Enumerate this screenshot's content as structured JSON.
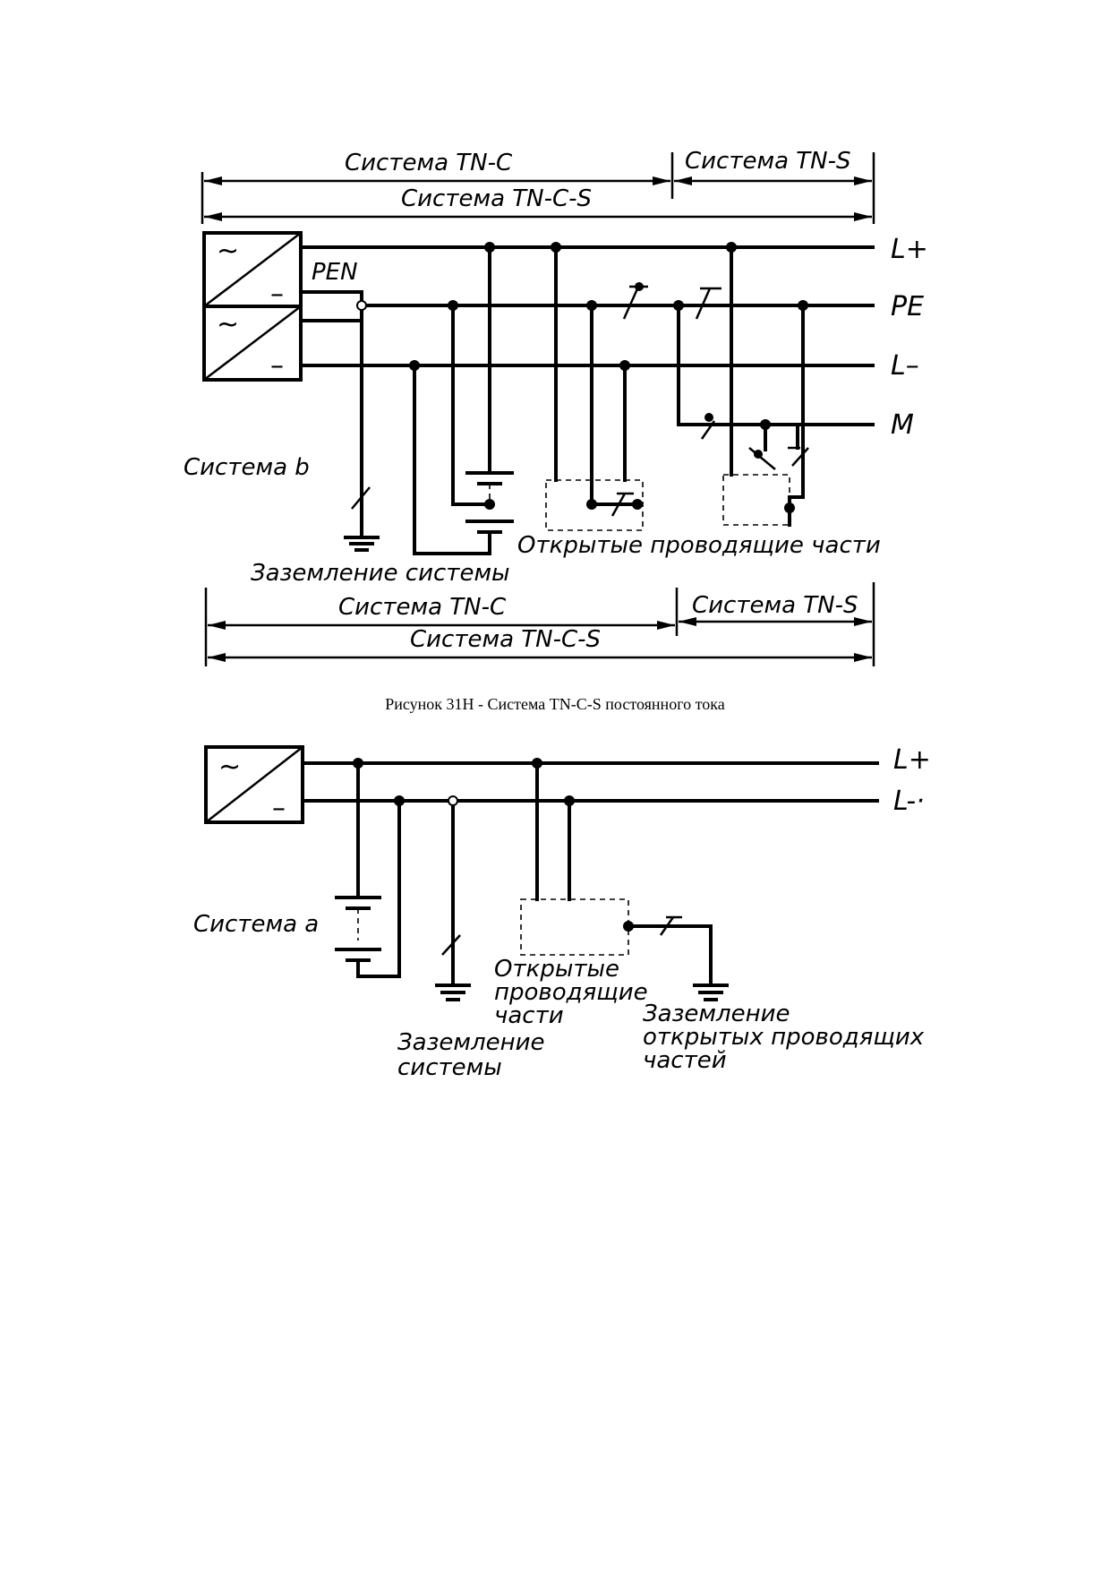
{
  "figure1": {
    "top_span_tnc": "Система  TN-C",
    "top_span_tns": "Система TN-S",
    "top_span_tncs": "Система TN-C-S",
    "pen_label": "PEN",
    "line_labels": [
      "L+",
      "PE",
      "L–",
      "M"
    ],
    "system_label": "Система b",
    "exposed_parts_label": "Открытые проводящие части",
    "system_earthing_label": "Заземление системы",
    "bottom_span_tnc": "Система  TN-C",
    "bottom_span_tns": "Система TN-S",
    "bottom_span_tncs": "Система TN-C-S",
    "source_symbols": [
      "~",
      "–",
      "~",
      "–"
    ]
  },
  "caption": "Рисунок 31Н - Система TN-C-S постоянного тока",
  "figure2": {
    "line_labels": [
      "L+",
      "L-·"
    ],
    "system_label": "Система a",
    "exposed_parts_lines": [
      "Открытые",
      "проводящие",
      "части"
    ],
    "system_earthing_lines": [
      "Заземление",
      "системы"
    ],
    "exposed_earthing_lines": [
      "Заземление",
      "открытых проводящих",
      "частей"
    ],
    "source_symbols": [
      "~",
      "–"
    ]
  }
}
